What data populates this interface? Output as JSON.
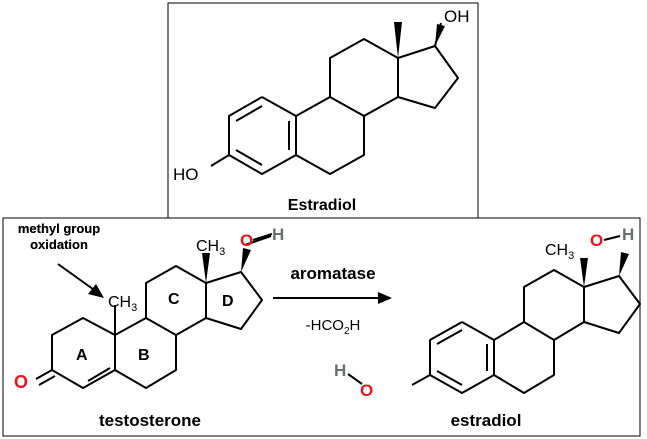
{
  "top_panel": {
    "name": "Estradiol",
    "oh_label": "OH",
    "ho_label": "HO"
  },
  "reaction": {
    "annotation_line1": "methyl group",
    "annotation_line2": "oxidation",
    "reactant": {
      "name": "testosterone",
      "ring_a": "A",
      "ring_b": "B",
      "ring_c": "C",
      "ring_d": "D",
      "methyl_19": "CH",
      "methyl_18": "CH",
      "sub3": "3",
      "o_label": "O",
      "oh_o": "O",
      "oh_h": "H"
    },
    "arrow_top": "aromatase",
    "arrow_bottom_a": "-HCO",
    "arrow_bottom_sub": "2",
    "arrow_bottom_b": "H",
    "product": {
      "name": "estradiol",
      "methyl_18": "CH",
      "sub3": "3",
      "oh_o": "O",
      "oh_h": "H",
      "ho_h": "H",
      "ho_o": "O"
    }
  },
  "colors": {
    "oxygen": "#e8141c",
    "hydrogen": "#6d6e71",
    "text": "#000000"
  }
}
